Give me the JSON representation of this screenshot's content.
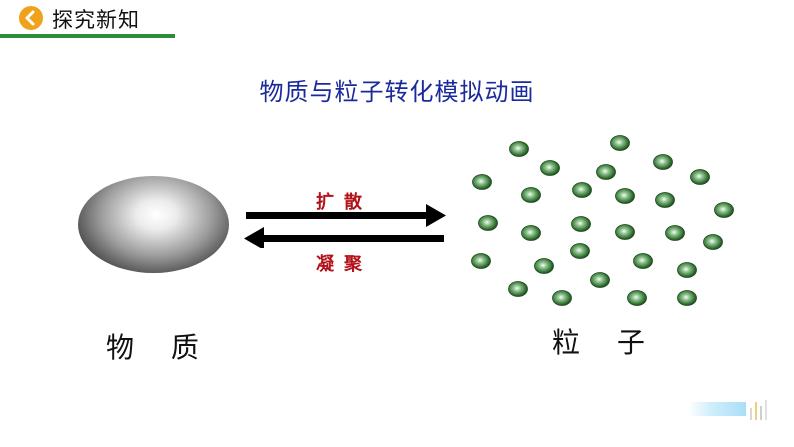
{
  "header": {
    "title": "探究新知"
  },
  "main": {
    "title": "物质与粒子转化模拟动画",
    "left_label": "物 质",
    "right_label": "粒 子",
    "arrow_forward_label": "扩散",
    "arrow_backward_label": "凝聚"
  },
  "colors": {
    "accent_green": "#2e8b3a",
    "badge_orange": "#f0a21a",
    "title_blue": "#1a2a9c",
    "arrow_label_red": "#b3121a"
  },
  "icons": {
    "header_badge": "chevron-left-icon"
  }
}
